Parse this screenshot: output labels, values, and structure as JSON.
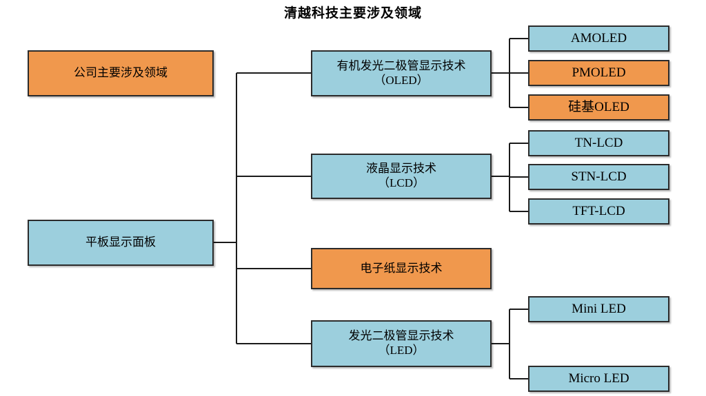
{
  "title": "清越科技主要涉及领域",
  "colors": {
    "blue": "#9ccfdd",
    "orange": "#f0984d",
    "border": "#2b2b2b",
    "line": "#1a1a1a",
    "background": "#ffffff",
    "text": "#000000"
  },
  "legend": {
    "label": "公司主要涉及领域",
    "color": "orange",
    "meaning": "公司主要涉及领域"
  },
  "diagram": {
    "type": "tree",
    "orientation": "left-to-right",
    "root": {
      "label": "平板显示面板",
      "color": "blue"
    },
    "branches": [
      {
        "label": "有机发光二极管显示技术\n（OLED）",
        "color": "blue",
        "children": [
          {
            "label": "AMOLED",
            "color": "blue"
          },
          {
            "label": "PMOLED",
            "color": "orange"
          },
          {
            "label": "硅基OLED",
            "color": "orange"
          }
        ]
      },
      {
        "label": "液晶显示技术\n（LCD）",
        "color": "blue",
        "children": [
          {
            "label": "TN-LCD",
            "color": "blue"
          },
          {
            "label": "STN-LCD",
            "color": "blue"
          },
          {
            "label": "TFT-LCD",
            "color": "blue"
          }
        ]
      },
      {
        "label": "电子纸显示技术",
        "color": "orange",
        "children": []
      },
      {
        "label": "发光二极管显示技术\n（LED）",
        "color": "blue",
        "children": [
          {
            "label": "Mini LED",
            "color": "blue"
          },
          {
            "label": "Micro LED",
            "color": "blue"
          }
        ]
      }
    ]
  }
}
